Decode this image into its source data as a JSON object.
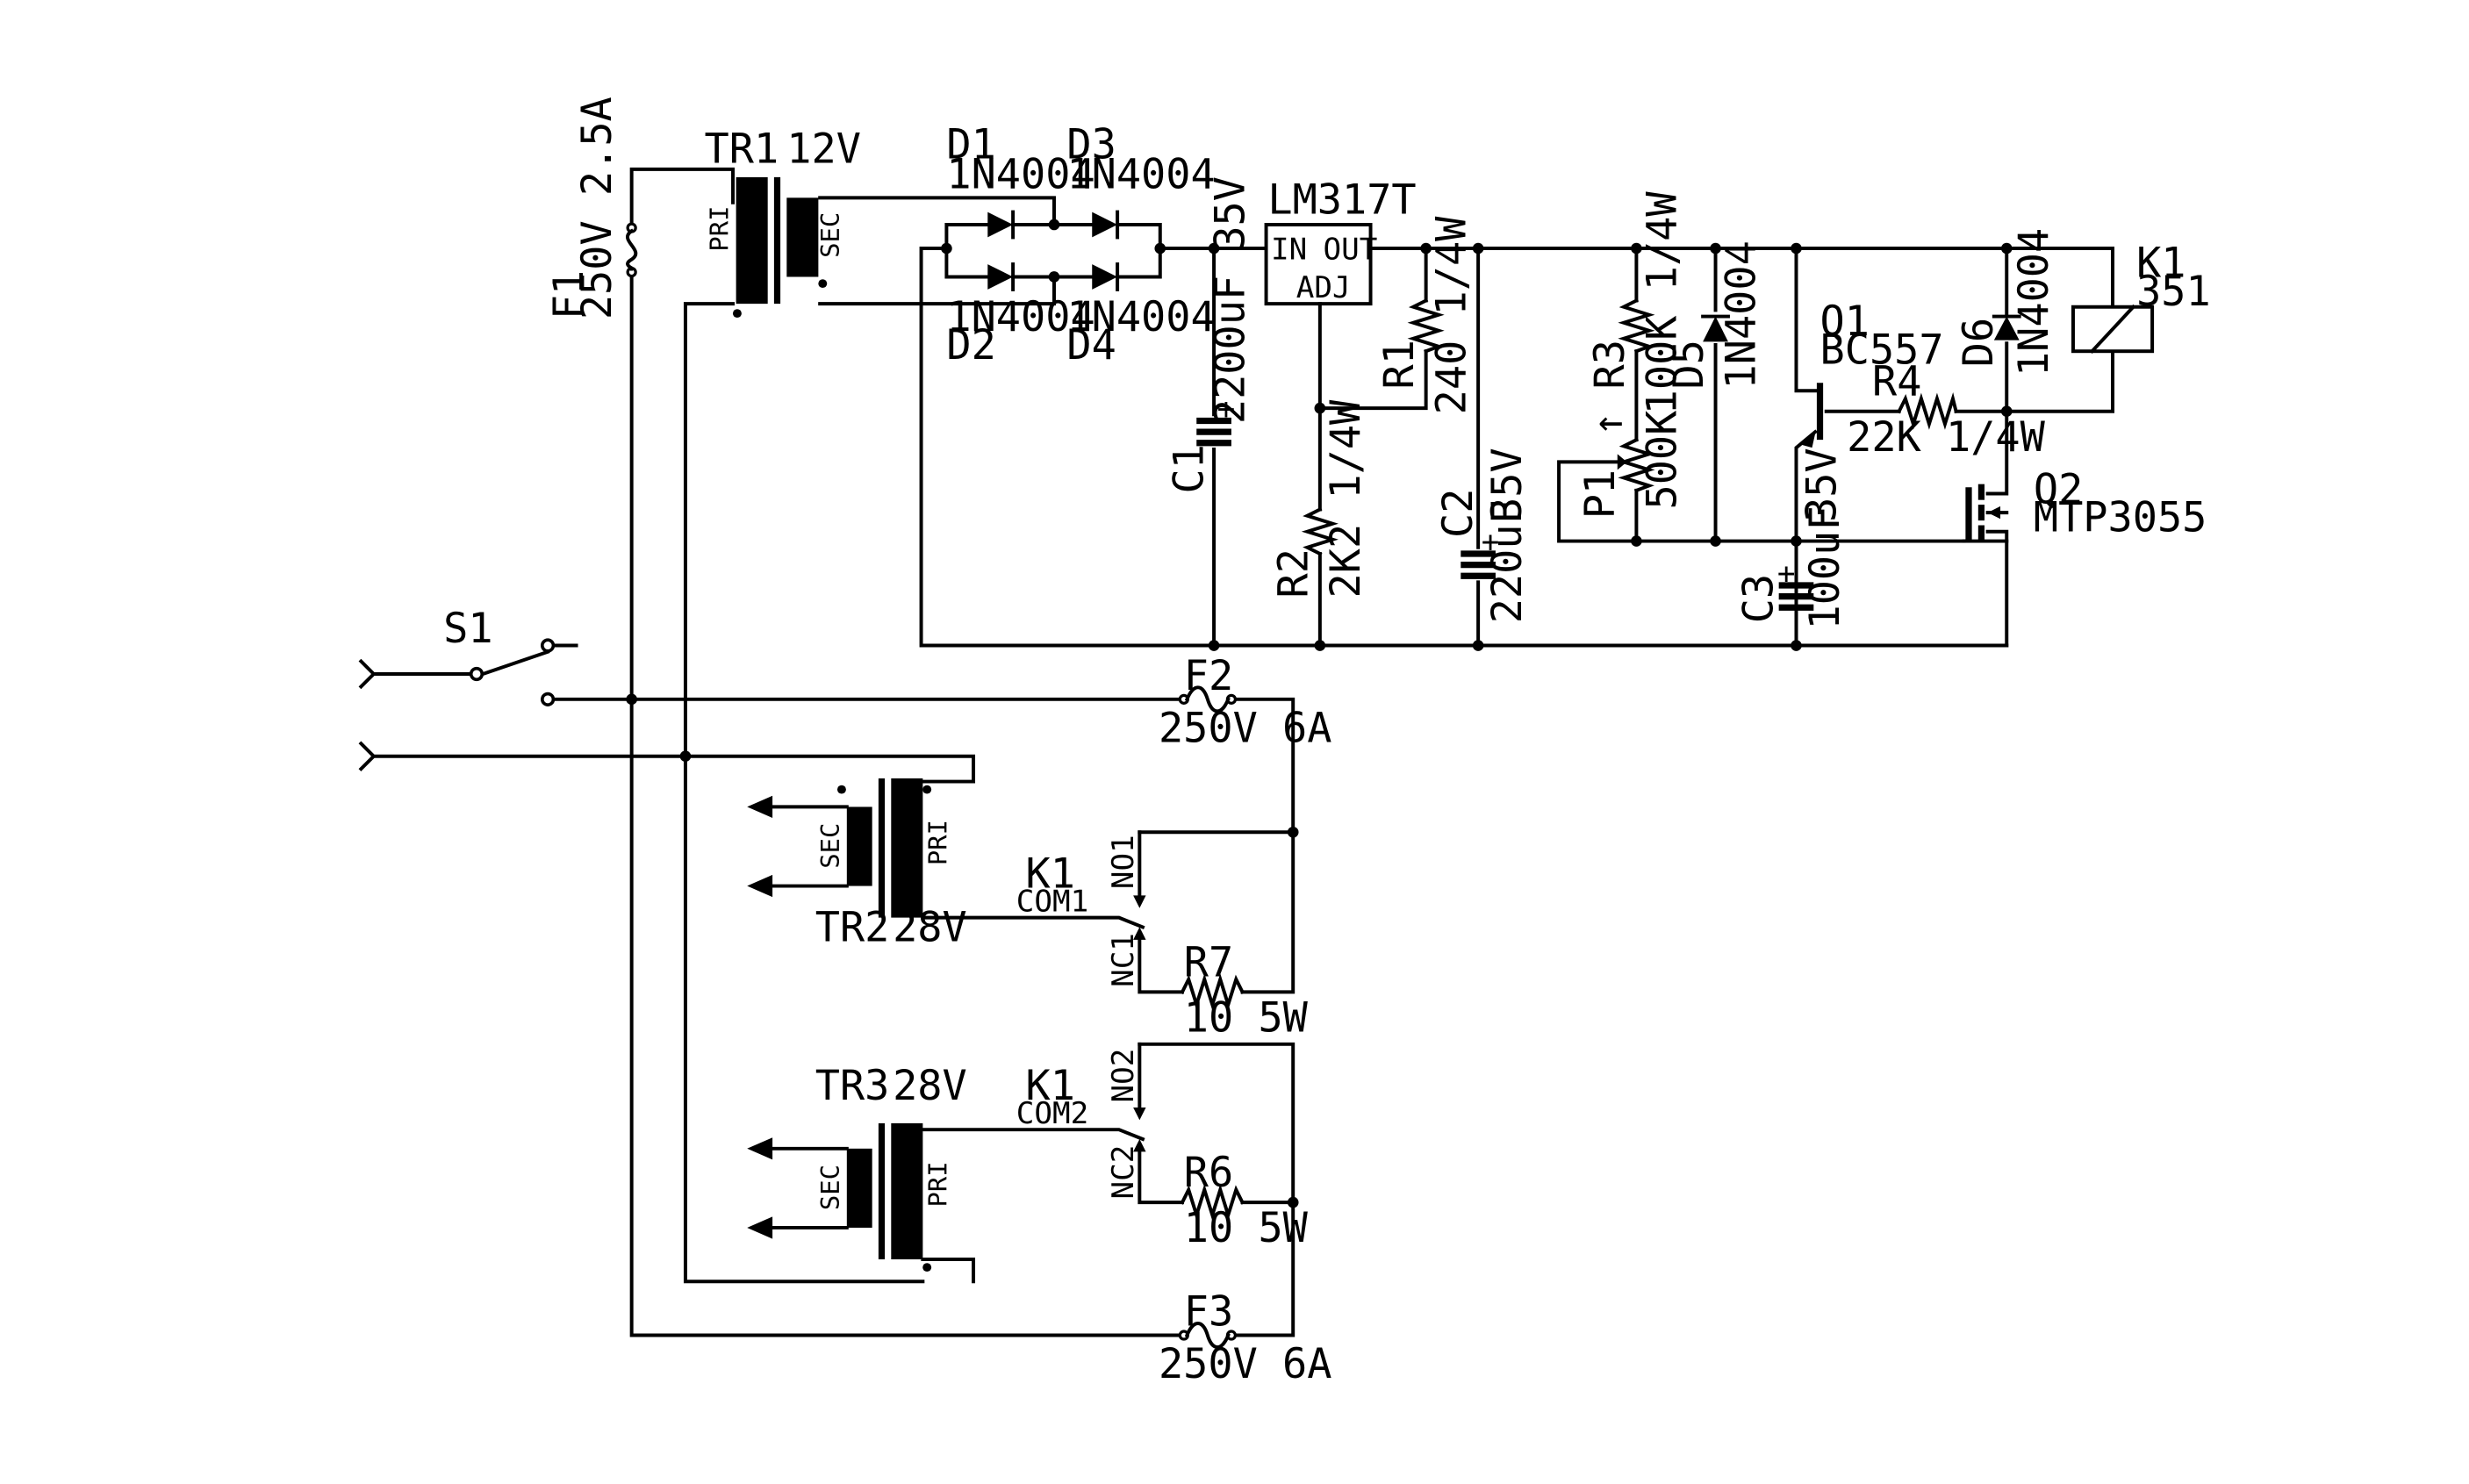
{
  "labels": {
    "tr1": "TR1",
    "tr1_v": "12V",
    "pri": "PRI",
    "sec": "SEC",
    "f1": "F1",
    "f1_r": "250V 2.5A",
    "d1": "D1",
    "d1_t": "1N4004",
    "d3": "D3",
    "d3_t": "1N4004",
    "d2": "D2",
    "d2_t": "1N4004",
    "d4": "D4",
    "d4_t": "1N4004",
    "lm317": "LM317T",
    "in": "IN",
    "out": "OUT",
    "adj": "ADJ",
    "c1": "C1",
    "c1_v": "2200uF 35V",
    "r1": "R1",
    "r1_v": "240 1/4W",
    "r2": "R2",
    "r2_v": "2K2 1/4W",
    "c2": "C2",
    "c2_v1": "35V",
    "c2_v2": "220uF",
    "r3": "R3",
    "r3_v": "100K 1/4W",
    "p1": "P1",
    "p1_v": "500K",
    "d5": "D5",
    "d5_t": "1N4004",
    "q1": "Q1",
    "q1_t": "BC557",
    "r4": "R4",
    "r4_v": "22K 1/4W",
    "d6": "D6",
    "d6_t": "1N4004",
    "k1": "K1",
    "k1_t": "351",
    "q2": "Q2",
    "q2_t": "MTP3055",
    "c3": "C3",
    "c3_v1": "35V",
    "c3_v2": "100uF",
    "s1": "S1",
    "f2": "F2",
    "f2_r": "250V 6A",
    "f3": "F3",
    "f3_r": "250V 6A",
    "tr2": "TR2",
    "tr2_v": "28V",
    "tr3": "TR3",
    "tr3_v": "28V",
    "k1a": "K1",
    "com1": "COM1",
    "no1": "NO1",
    "nc1": "NC1",
    "k1b": "K1",
    "com2": "COM2",
    "no2": "NO2",
    "nc2": "NC2",
    "r7": "R7",
    "r7_v": "10 5W",
    "r6": "R6",
    "r6_v": "10 5W",
    "plus": "+",
    "dotmark": "•",
    "arrow": "←"
  }
}
